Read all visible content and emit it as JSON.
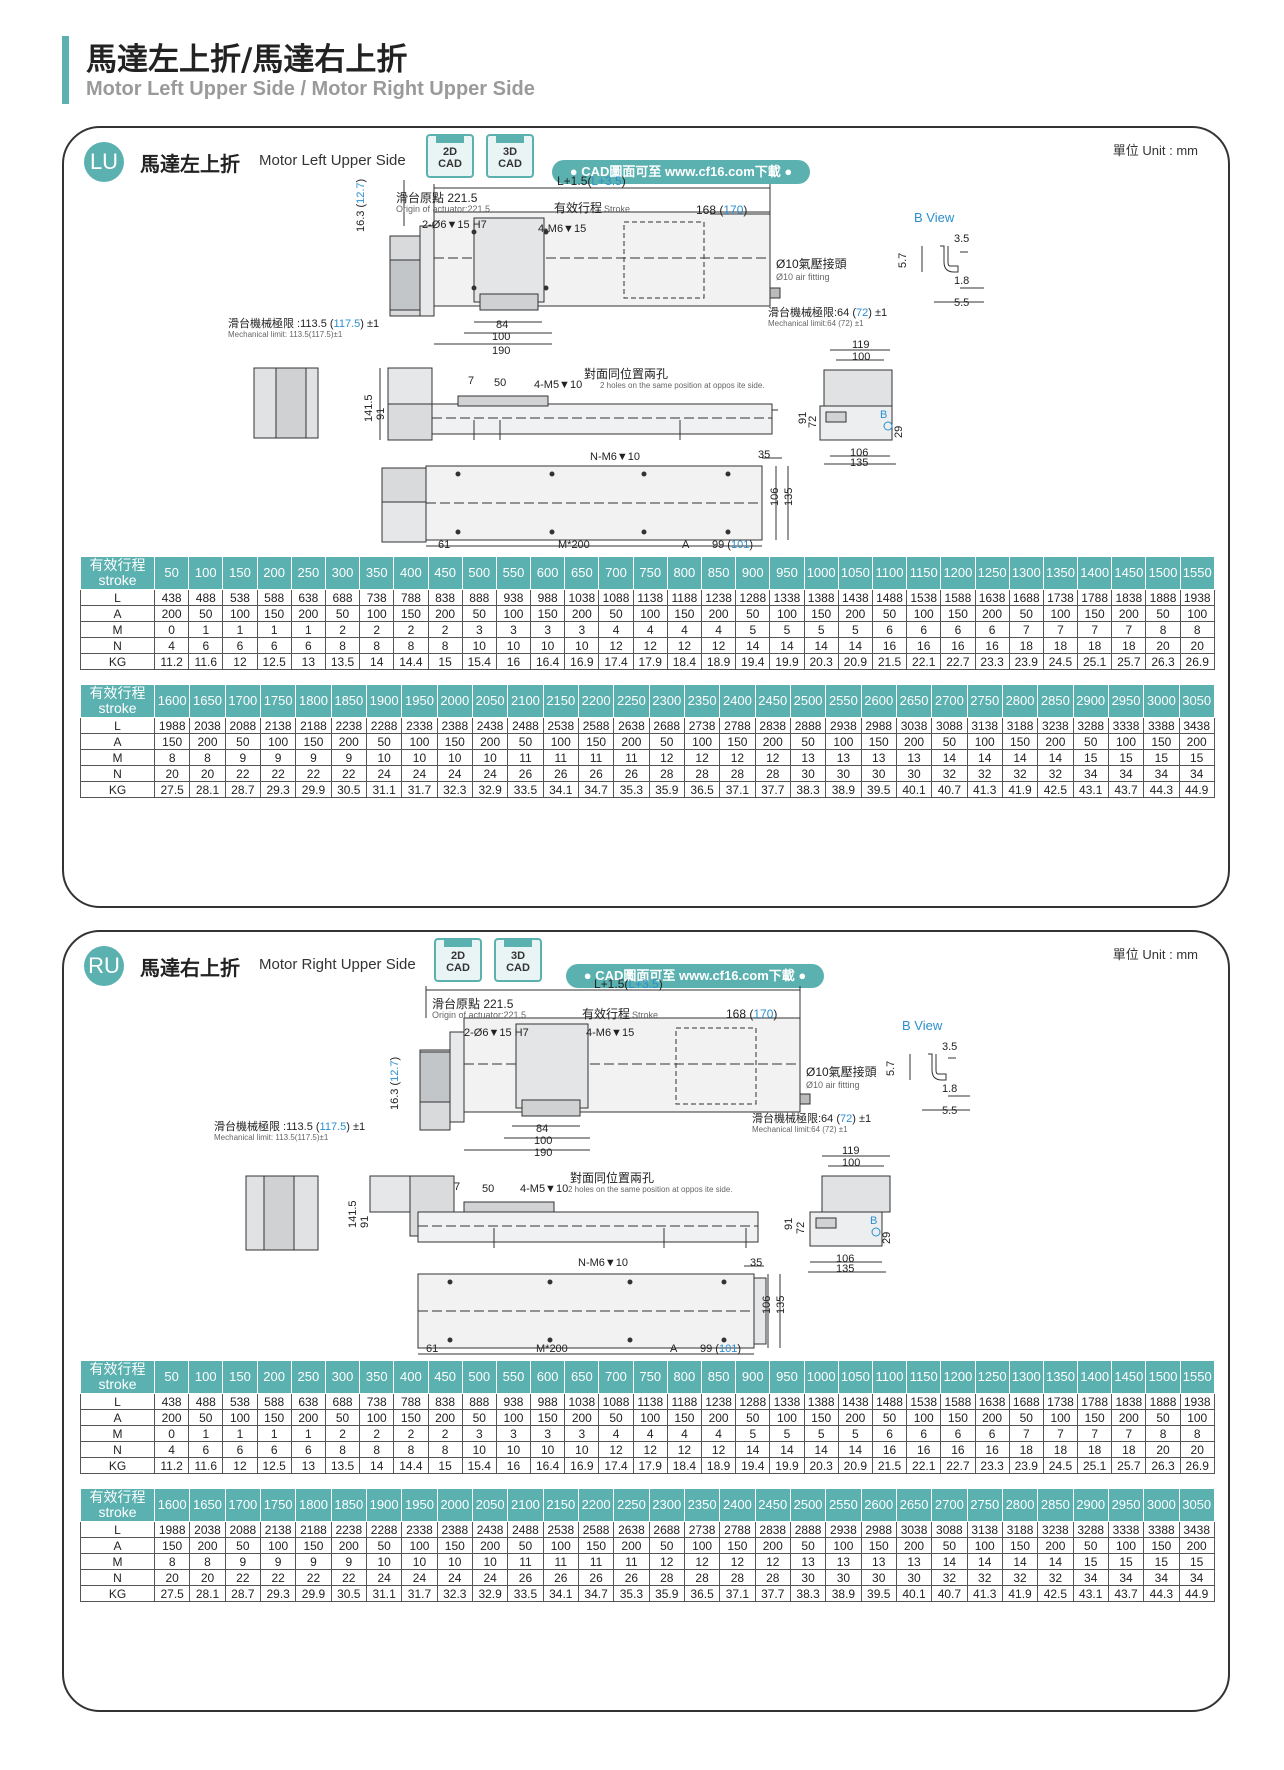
{
  "header": {
    "title_zh": "馬達左上折/馬達右上折",
    "title_en": "Motor Left Upper Side / Motor Right Upper Side"
  },
  "colors": {
    "accent": "#5bb0b0",
    "blue_text": "#2a8fd0"
  },
  "common_labels": {
    "unit": "單位 Unit : mm",
    "cad_2d_top": "2D",
    "cad_2d_bottom": "CAD",
    "cad_3d_top": "3D",
    "cad_3d_bottom": "CAD",
    "cad_banner": "● CAD圖面可至 www.cf16.com下載 ●"
  },
  "dims": {
    "l_total": "L+1.5(",
    "l_total_blue": "L+3.5",
    "l_total_end": ")",
    "origin_zh": "滑台原點 221.5",
    "origin_en": "Origin of actuator:221.5",
    "stroke_zh": "有效行程",
    "stroke_en": "Stroke",
    "d168": "168 (",
    "d170": "170",
    "close": ")",
    "hole_h7": "2-Ø6▼15 H7",
    "m6x15": "4-M6▼15",
    "h16": "16.3 (",
    "h16b": "12.7",
    "air_zh": "Ø10氣壓接頭",
    "air_en": "Ø10 air fitting",
    "mech_l_zh": "滑台機械極限 :113.5 (",
    "mech_l_blue": "117.5",
    "mech_l_end": ") ±1",
    "mech_l_en": "Mechanical limit: 113.5(117.5)±1",
    "mech_r_zh": "滑台機械極限:64 (",
    "mech_r_blue": "72",
    "mech_r_end": ") ±1",
    "mech_r_en": "Mechanical limit:64 (72) ±1",
    "d84": "84",
    "d100": "100",
    "d190": "190",
    "d7": "7",
    "d50": "50",
    "m5": "4-M5▼10",
    "oppos_zh": "對面同位置兩孔",
    "oppos_en": "2 holes on the same position at oppos ite side.",
    "d141": "141.5",
    "d91": "91",
    "nm6": "N-M6▼10",
    "d35": "35",
    "d106": "106",
    "d135": "135",
    "d61": "61",
    "m200": "M*200",
    "a": "A",
    "d99": "99 (",
    "d101": "101",
    "d119": "119",
    "d100b": "100",
    "d72": "72",
    "d29": "29",
    "bview": "B View",
    "b": "B",
    "d57": "5.7",
    "d35b": "3.5",
    "d18": "1.8",
    "d55": "5.5"
  },
  "panels": {
    "lu": {
      "code": "LU",
      "title_zh": "馬達左上折",
      "title_en": "Motor Left Upper Side"
    },
    "ru": {
      "code": "RU",
      "title_zh": "馬達右上折",
      "title_en": "Motor Right Upper Side"
    }
  },
  "table": {
    "label_zh": "有效行程",
    "label_en": "stroke",
    "rows": [
      "L",
      "A",
      "M",
      "N",
      "KG"
    ],
    "part1": {
      "stroke": [
        "50",
        "100",
        "150",
        "200",
        "250",
        "300",
        "350",
        "400",
        "450",
        "500",
        "550",
        "600",
        "650",
        "700",
        "750",
        "800",
        "850",
        "900",
        "950",
        "1000",
        "1050",
        "1100",
        "1150",
        "1200",
        "1250",
        "1300",
        "1350",
        "1400",
        "1450",
        "1500",
        "1550"
      ],
      "L": [
        "438",
        "488",
        "538",
        "588",
        "638",
        "688",
        "738",
        "788",
        "838",
        "888",
        "938",
        "988",
        "1038",
        "1088",
        "1138",
        "1188",
        "1238",
        "1288",
        "1338",
        "1388",
        "1438",
        "1488",
        "1538",
        "1588",
        "1638",
        "1688",
        "1738",
        "1788",
        "1838",
        "1888",
        "1938"
      ],
      "A": [
        "200",
        "50",
        "100",
        "150",
        "200",
        "50",
        "100",
        "150",
        "200",
        "50",
        "100",
        "150",
        "200",
        "50",
        "100",
        "150",
        "200",
        "50",
        "100",
        "150",
        "200",
        "50",
        "100",
        "150",
        "200",
        "50",
        "100",
        "150",
        "200",
        "50",
        "100"
      ],
      "M": [
        "0",
        "1",
        "1",
        "1",
        "1",
        "2",
        "2",
        "2",
        "2",
        "3",
        "3",
        "3",
        "3",
        "4",
        "4",
        "4",
        "4",
        "5",
        "5",
        "5",
        "5",
        "6",
        "6",
        "6",
        "6",
        "7",
        "7",
        "7",
        "7",
        "8",
        "8"
      ],
      "N": [
        "4",
        "6",
        "6",
        "6",
        "6",
        "8",
        "8",
        "8",
        "8",
        "10",
        "10",
        "10",
        "10",
        "12",
        "12",
        "12",
        "12",
        "14",
        "14",
        "14",
        "14",
        "16",
        "16",
        "16",
        "16",
        "18",
        "18",
        "18",
        "18",
        "20",
        "20"
      ],
      "KG": [
        "11.2",
        "11.6",
        "12",
        "12.5",
        "13",
        "13.5",
        "14",
        "14.4",
        "15",
        "15.4",
        "16",
        "16.4",
        "16.9",
        "17.4",
        "17.9",
        "18.4",
        "18.9",
        "19.4",
        "19.9",
        "20.3",
        "20.9",
        "21.5",
        "22.1",
        "22.7",
        "23.3",
        "23.9",
        "24.5",
        "25.1",
        "25.7",
        "26.3",
        "26.9"
      ]
    },
    "part2": {
      "stroke": [
        "1600",
        "1650",
        "1700",
        "1750",
        "1800",
        "1850",
        "1900",
        "1950",
        "2000",
        "2050",
        "2100",
        "2150",
        "2200",
        "2250",
        "2300",
        "2350",
        "2400",
        "2450",
        "2500",
        "2550",
        "2600",
        "2650",
        "2700",
        "2750",
        "2800",
        "2850",
        "2900",
        "2950",
        "3000",
        "3050"
      ],
      "L": [
        "1988",
        "2038",
        "2088",
        "2138",
        "2188",
        "2238",
        "2288",
        "2338",
        "2388",
        "2438",
        "2488",
        "2538",
        "2588",
        "2638",
        "2688",
        "2738",
        "2788",
        "2838",
        "2888",
        "2938",
        "2988",
        "3038",
        "3088",
        "3138",
        "3188",
        "3238",
        "3288",
        "3338",
        "3388",
        "3438"
      ],
      "A": [
        "150",
        "200",
        "50",
        "100",
        "150",
        "200",
        "50",
        "100",
        "150",
        "200",
        "50",
        "100",
        "150",
        "200",
        "50",
        "100",
        "150",
        "200",
        "50",
        "100",
        "150",
        "200",
        "50",
        "100",
        "150",
        "200",
        "50",
        "100",
        "150",
        "200"
      ],
      "M": [
        "8",
        "8",
        "9",
        "9",
        "9",
        "9",
        "10",
        "10",
        "10",
        "10",
        "11",
        "11",
        "11",
        "11",
        "12",
        "12",
        "12",
        "12",
        "13",
        "13",
        "13",
        "13",
        "14",
        "14",
        "14",
        "14",
        "15",
        "15",
        "15",
        "15"
      ],
      "N": [
        "20",
        "20",
        "22",
        "22",
        "22",
        "22",
        "24",
        "24",
        "24",
        "24",
        "26",
        "26",
        "26",
        "26",
        "28",
        "28",
        "28",
        "28",
        "30",
        "30",
        "30",
        "30",
        "32",
        "32",
        "32",
        "32",
        "34",
        "34",
        "34",
        "34"
      ],
      "KG": [
        "27.5",
        "28.1",
        "28.7",
        "29.3",
        "29.9",
        "30.5",
        "31.1",
        "31.7",
        "32.3",
        "32.9",
        "33.5",
        "34.1",
        "34.7",
        "35.3",
        "35.9",
        "36.5",
        "37.1",
        "37.7",
        "38.3",
        "38.9",
        "39.5",
        "40.1",
        "40.7",
        "41.3",
        "41.9",
        "42.5",
        "43.1",
        "43.7",
        "44.3",
        "44.9"
      ]
    }
  }
}
